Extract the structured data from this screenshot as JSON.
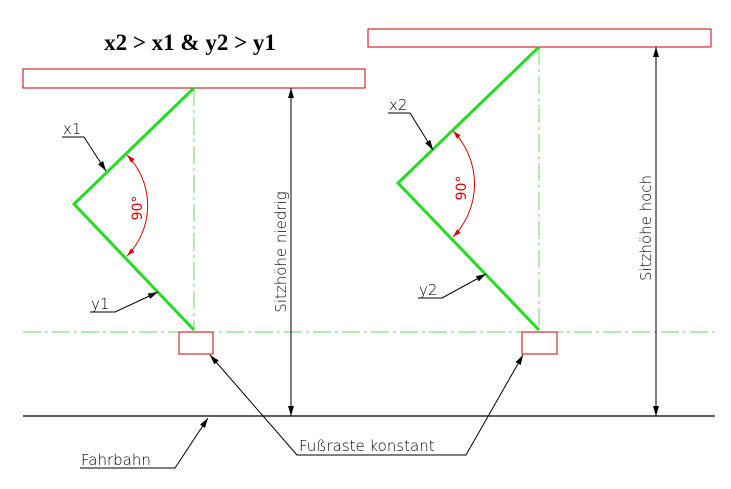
{
  "title": "x2 > x1 & y2 > y1",
  "labels": {
    "x1": "x1",
    "y1": "y1",
    "x2": "x2",
    "y2": "y2",
    "angle_left": "90°",
    "angle_right": "90°",
    "dim_low": "Sitzhöhe niedrig",
    "dim_high": "Sitzhöhe hoch",
    "road": "Fahrbahn",
    "footrest": "Fußraste konstant"
  },
  "colors": {
    "linkage": "#22dd22",
    "centerline": "#66dd66",
    "part": "#cc0000",
    "angle": "#e00000",
    "line": "#000000"
  }
}
